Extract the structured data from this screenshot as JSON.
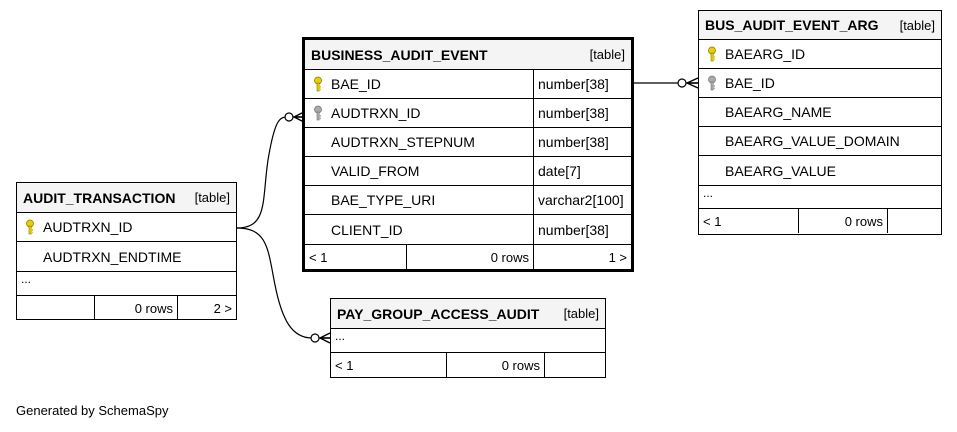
{
  "tables": {
    "business_audit_event": {
      "name": "BUSINESS_AUDIT_EVENT",
      "tag": "[table]",
      "columns": [
        {
          "name": "BAE_ID",
          "type": "number[38]",
          "key": "primary"
        },
        {
          "name": "AUDTRXN_ID",
          "type": "number[38]",
          "key": "foreign"
        },
        {
          "name": "AUDTRXN_STEPNUM",
          "type": "number[38]",
          "key": ""
        },
        {
          "name": "VALID_FROM",
          "type": "date[7]",
          "key": ""
        },
        {
          "name": "BAE_TYPE_URI",
          "type": "varchar2[100]",
          "key": ""
        },
        {
          "name": "CLIENT_ID",
          "type": "number[38]",
          "key": ""
        }
      ],
      "footer": {
        "parents": "< 1",
        "rows": "0 rows",
        "children": "1 >"
      }
    },
    "bus_audit_event_arg": {
      "name": "BUS_AUDIT_EVENT_ARG",
      "tag": "[table]",
      "columns": [
        {
          "name": "BAEARG_ID",
          "key": "primary"
        },
        {
          "name": "BAE_ID",
          "key": "foreign"
        },
        {
          "name": "BAEARG_NAME",
          "key": ""
        },
        {
          "name": "BAEARG_VALUE_DOMAIN",
          "key": ""
        },
        {
          "name": "BAEARG_VALUE",
          "key": ""
        }
      ],
      "ellipsis": "...",
      "footer": {
        "parents": "< 1",
        "rows": "0 rows",
        "children": ""
      }
    },
    "audit_transaction": {
      "name": "AUDIT_TRANSACTION",
      "tag": "[table]",
      "columns": [
        {
          "name": "AUDTRXN_ID",
          "key": "primary"
        },
        {
          "name": "AUDTRXN_ENDTIME",
          "key": ""
        }
      ],
      "ellipsis": "...",
      "footer": {
        "parents": "",
        "rows": "0 rows",
        "children": "2 >"
      }
    },
    "pay_group_access_audit": {
      "name": "PAY_GROUP_ACCESS_AUDIT",
      "tag": "[table]",
      "ellipsis": "...",
      "footer": {
        "parents": "< 1",
        "rows": "0 rows",
        "children": ""
      }
    }
  },
  "colors": {
    "primary_key": "#e8d000",
    "foreign_key": "#aaaaaa",
    "header_bg": "#f4f4f4"
  },
  "footer_text": "Generated by SchemaSpy"
}
